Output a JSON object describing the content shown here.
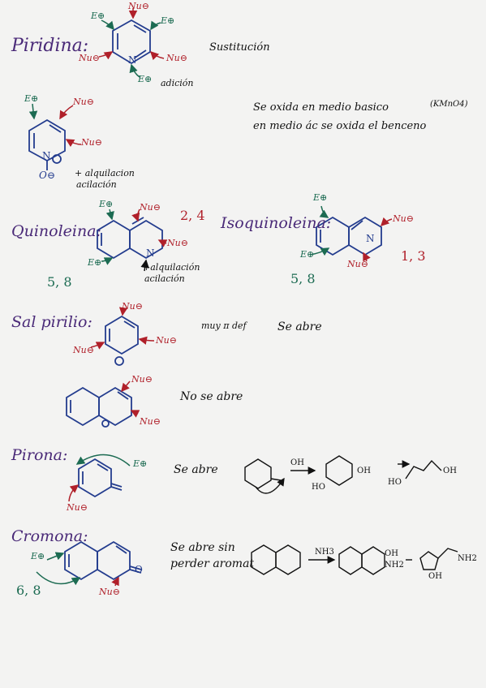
{
  "colors": {
    "purple": "#4a2a78",
    "red": "#b0202a",
    "green": "#1c6b52",
    "blue": "#233c8e",
    "black": "#111111",
    "paper": "#f3f3f2"
  },
  "piridina": {
    "title": "Piridina:",
    "note": "Sustitución",
    "nu": "Nu⊖",
    "e": "E⊕",
    "adicion": "adición"
  },
  "oxidacion": {
    "line1": "Se oxida en medio basico",
    "line2": "en medio ác se oxida el benceno",
    "reagent": "(KMnO4)"
  },
  "piridinio": {
    "nu": "Nu⊖",
    "e": "E⊕",
    "o_minus": "O⊖",
    "alq": "+ alquilacion",
    "acil": "acilación"
  },
  "quinoleina": {
    "title": "Quinoleina:",
    "pos_nu": "2, 4",
    "pos_e": "5, 8",
    "alq": "+alquilación",
    "acil": "acilación",
    "nu": "Nu⊖",
    "e": "E⊕"
  },
  "isoquinoleina": {
    "title": "Isoquinoleina:",
    "pos_nu": "1, 3",
    "pos_e": "5, 8",
    "nu": "Nu⊖",
    "e": "E⊕",
    "n": "N"
  },
  "sal_pirilio": {
    "title": "Sal pirilio:",
    "note_def": "muy π def",
    "note_abre": "Se abre",
    "nu": "Nu⊖",
    "no_abre": "No se abre"
  },
  "pirona": {
    "title": "Pirona:",
    "note": "Se abre",
    "oh": "OH",
    "ho": "HO",
    "e": "E⊕",
    "nu": "Nu⊖"
  },
  "cromona": {
    "title": "Cromona:",
    "note1": "Se abre sin",
    "note2": "perder aromat",
    "nh3": "NH3",
    "oh": "OH",
    "nh2": "NH2",
    "pos": "6, 8",
    "e": "E⊕",
    "nu": "Nu⊖"
  }
}
